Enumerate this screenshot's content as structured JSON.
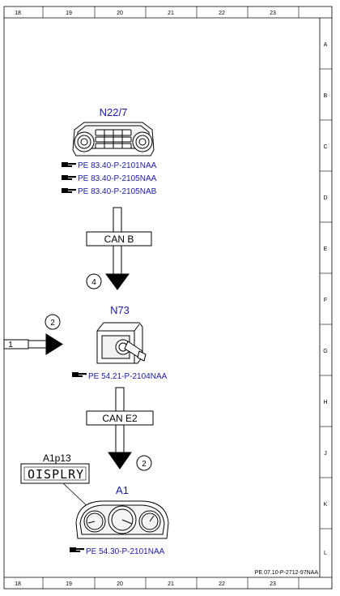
{
  "frame": {
    "columns": [
      "18",
      "19",
      "20",
      "21",
      "22",
      "23"
    ],
    "rows": [
      "A",
      "B",
      "C",
      "D",
      "E",
      "F",
      "G",
      "H",
      "J",
      "K",
      "L"
    ],
    "doc_id": "PE 07.10-P-2712-97NAA"
  },
  "components": {
    "n22_7": {
      "code": "N22/7",
      "refs": [
        "PE 83.40-P-2101NAA",
        "PE 83.40-P-2105NAA",
        "PE 83.40-P-2105NAB"
      ]
    },
    "n73": {
      "code": "N73",
      "refs": [
        "PE 54.21-P-2104NAA"
      ]
    },
    "a1": {
      "code": "A1",
      "refs": [
        "PE 54.30-P-2101NAA"
      ]
    },
    "a1p13": {
      "code": "A1p13",
      "display_text": "OISPLRY"
    }
  },
  "buses": {
    "can_b": "CAN B",
    "can_e2": "CAN E2"
  },
  "markers": {
    "after_can_b": "4",
    "input_n73": "2",
    "after_can_e2": "2",
    "input_source": "1"
  },
  "colors": {
    "reference_blue": "#1a1aa8",
    "line": "#000000"
  },
  "icons": {
    "reference": "pointing-hand-icon"
  }
}
